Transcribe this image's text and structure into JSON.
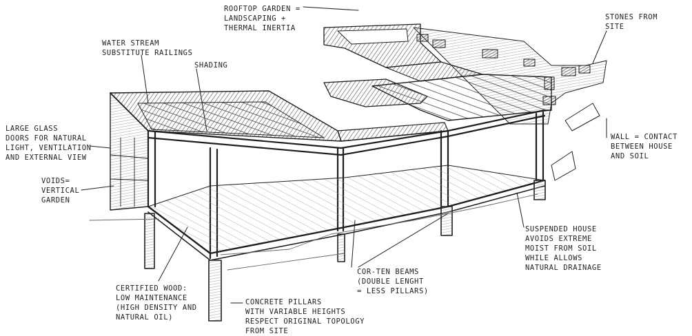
{
  "annotations": {
    "rooftop_garden": [
      "ROOFTOP GARDEN =",
      "LANDSCAPING +",
      "THERMAL INERTIA"
    ],
    "stones": [
      "STONES FROM",
      "SITE"
    ],
    "water_stream": [
      "WATER STREAM",
      "SUBSTITUTE RAILINGS"
    ],
    "shading": [
      "SHADING"
    ],
    "large_glass": [
      "LARGE GLASS",
      "DOORS FOR NATURAL",
      "LIGHT, VENTILATION",
      "AND EXTERNAL VIEW"
    ],
    "voids": [
      "VOIDS=",
      "VERTICAL",
      "GARDEN"
    ],
    "wall_contact": [
      "WALL = CONTACT",
      "BETWEEN HOUSE",
      "AND SOIL"
    ],
    "suspended_house": [
      "SUSPENDED HOUSE",
      "AVOIDS EXTREME",
      "MOIST FROM SOIL",
      "WHILE ALLOWS",
      "NATURAL DRAINAGE"
    ],
    "corten_beams": [
      "COR-TEN BEAMS",
      "(DOUBLE LENGHT",
      "= LESS PILLARS)"
    ],
    "certified_wood": [
      "CERTIFIED WOOD:",
      "LOW MAINTENANCE",
      "(HIGH DENSITY AND",
      "NATURAL OIL)"
    ],
    "concrete_pillars": [
      "CONCRETE PILLARS",
      "WITH VARIABLE HEIGHTS",
      "RESPECT ORIGINAL TOPOLOGY",
      "FROM SITE"
    ]
  },
  "colors": {
    "ink": "#1e1e1e",
    "shade": "#8a8a8a",
    "paper": "#ffffff"
  }
}
